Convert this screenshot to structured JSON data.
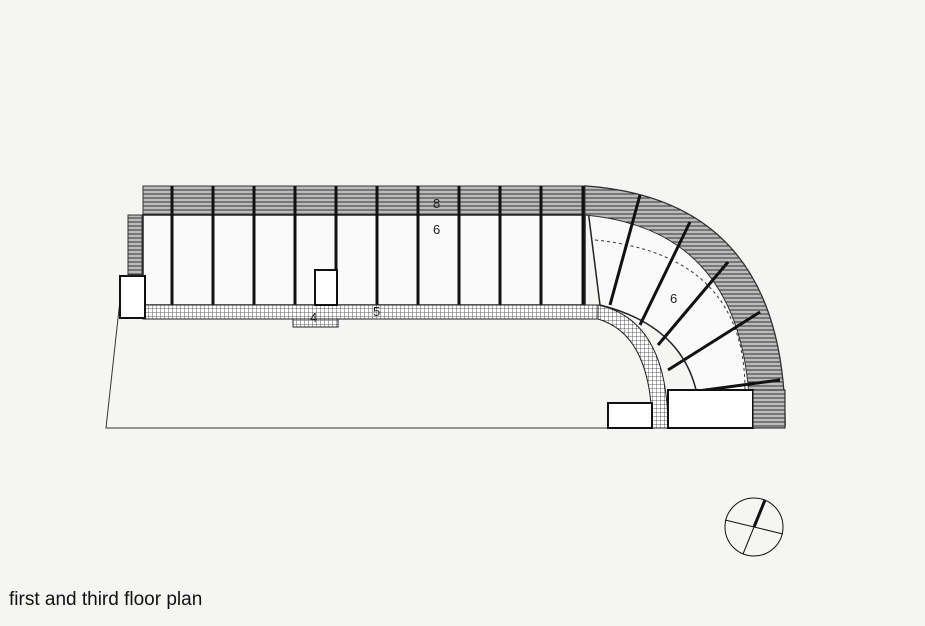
{
  "caption": "first and third floor plan",
  "room_labels": {
    "balcony_strip": "8",
    "unit_top": "6",
    "unit_curve": "6",
    "corridor_left": "4",
    "corridor_mid": "5"
  },
  "icons": {
    "north_arrow": "north-arrow-compass"
  }
}
